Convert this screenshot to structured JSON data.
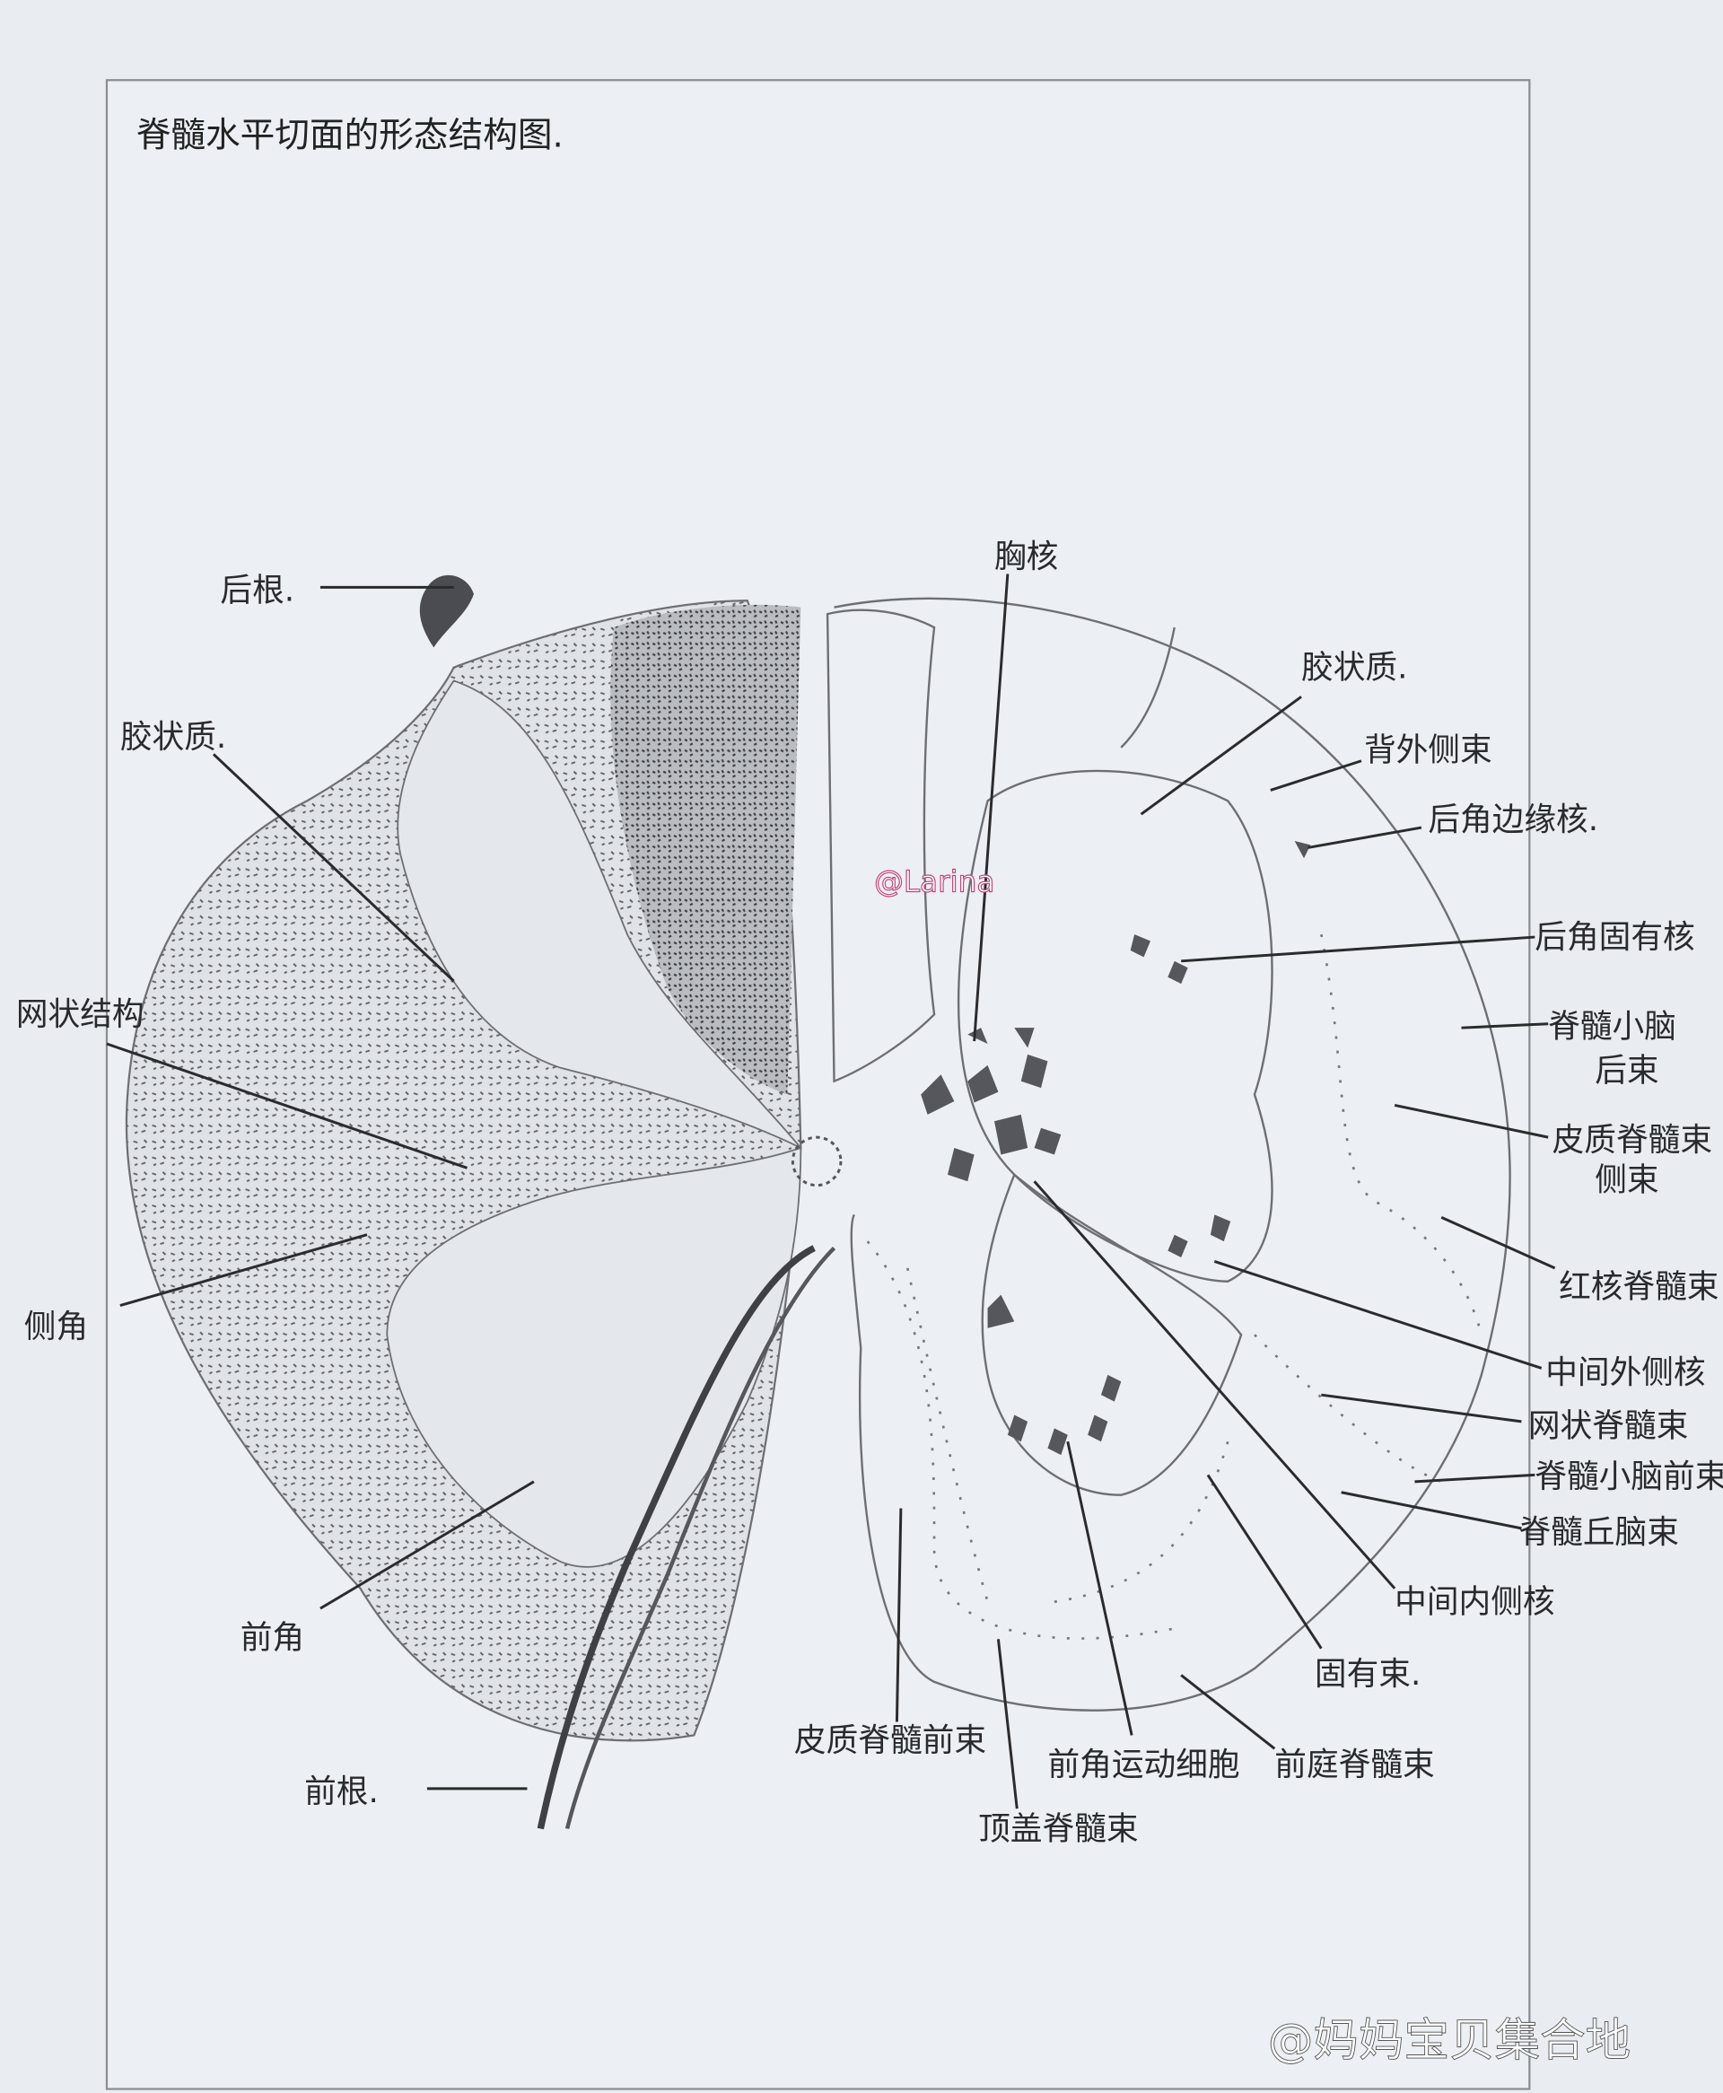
{
  "title": "脊髓水平切面的形态结构图.",
  "left_labels": {
    "posterior_root": "后根.",
    "substantia_gelatinosa": "胶状质.",
    "reticular_formation": "网状结构",
    "lateral_horn": "侧角",
    "anterior_horn": "前角",
    "anterior_root": "前根."
  },
  "right_labels": {
    "thoracic_nucleus": "胸核",
    "substantia_gelatinosa": "胶状质.",
    "dorsolateral_fasciculus": "背外侧束",
    "posteromarginal_nucleus": "后角边缘核.",
    "nucleus_proprius": "后角固有核",
    "posterior_spinocerebellar_tract": [
      "脊髓小脑",
      "后束"
    ],
    "lateral_corticospinal_tract": [
      "皮质脊髓束",
      "侧束"
    ],
    "rubrospinal_tract": "红核脊髓束",
    "intermediolateral_nucleus": "中间外侧核",
    "reticulospinal_tract": "网状脊髓束",
    "anterior_spinocerebellar_tract": "脊髓小脑前束",
    "spinothalamic_tract": "脊髓丘脑束",
    "intermediomedial_nucleus": "中间内侧核",
    "fasciculus_proprius": "固有束.",
    "vestibulospinal_tract": "前庭脊髓束",
    "anterior_horn_motor_cells": "前角运动细胞",
    "tectospinal_tract": "顶盖脊髓束",
    "anterior_corticospinal_tract": "皮质脊髓前束"
  },
  "watermarks": {
    "author": "@Larina",
    "source": "@妈妈宝贝集合地"
  },
  "colors": {
    "paper": "#e9ecf0",
    "ink": "#2b2b2e",
    "pencil": "#6d6f74"
  }
}
